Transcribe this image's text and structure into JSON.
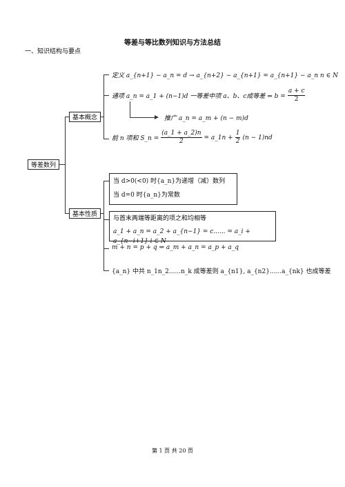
{
  "title": "等差与等比数列知识与方法总结",
  "section": "一、知识结构与要点",
  "tree": {
    "root": "等差数列",
    "concept": "基本概念",
    "property": "基本性质"
  },
  "concepts": {
    "definition": "定义 a_{n+1} − a_n = d → a_{n+2} − a_{n+1} = a_{n+1} − a_n   n ∈ N",
    "general_term": "通项 a_n = a_1 + (n−1)d 一等差中项   a、b、c成等差 ⇔ b =",
    "mean_num": "a + c",
    "mean_den": "2",
    "generalize": "推广   a_n = a_m + (n − m)d",
    "sum_prefix": "前 n 项和 S_n =",
    "sum_num": "(a_1 + a_2)n",
    "sum_den": "2",
    "sum_mid": "= a_1n +",
    "sum_half_num": "1",
    "sum_half_den": "2",
    "sum_suffix": "(n − 1)nd"
  },
  "properties": {
    "monotone": "当 d>0(<0)  时{a_n}为递增（减）数列",
    "constant": "当 d=0 时{a_n}为常数",
    "symmetric": "与首末两端等距离的项之和均相等",
    "symmetric_formula": "a_1 + a_n = a_2 + a_{n−1} = c...... = a_i + a_{n−i+1}   i ∈ N",
    "index_sum": "m + n = p + q ⇒ a_m + a_n = a_p + a_q",
    "subsequence": "{a_n} 中共 n_1n_2......n_k 成等差则 a_{n1}, a_{n2}......a_{nk} 也成等差"
  },
  "footer": "第 1 页 共 20 页"
}
